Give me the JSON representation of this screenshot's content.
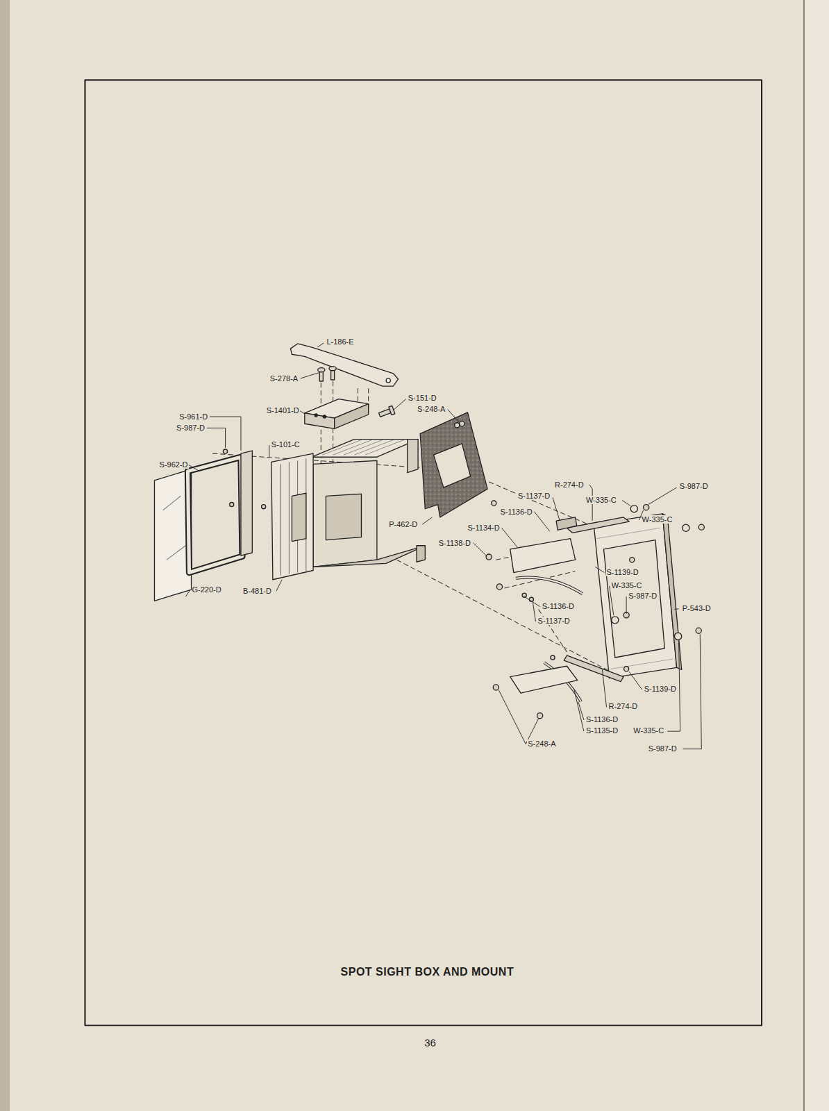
{
  "diagram": {
    "caption": "SPOT SIGHT BOX AND MOUNT",
    "labels": [
      "L-186-E",
      "S-278-A",
      "S-151-D",
      "S-248-A",
      "S-961-D",
      "S-987-D",
      "S-1401-D",
      "S-101-C",
      "S-962-D",
      "P-462-D",
      "R-274-D",
      "S-1137-D",
      "W-335-C",
      "S-987-D",
      "W-335-C",
      "S-1136-D",
      "S-1134-D",
      "S-1138-D",
      "S-1139-D",
      "W-335-C",
      "S-987-D",
      "P-543-D",
      "S-1136-D",
      "S-1137-D",
      "B-481-D",
      "G-220-D",
      "S-1139-D",
      "R-274-D",
      "S-1136-D",
      "S-1135-D",
      "W-335-C",
      "S-248-A",
      "S-987-D",
      "36"
    ]
  }
}
